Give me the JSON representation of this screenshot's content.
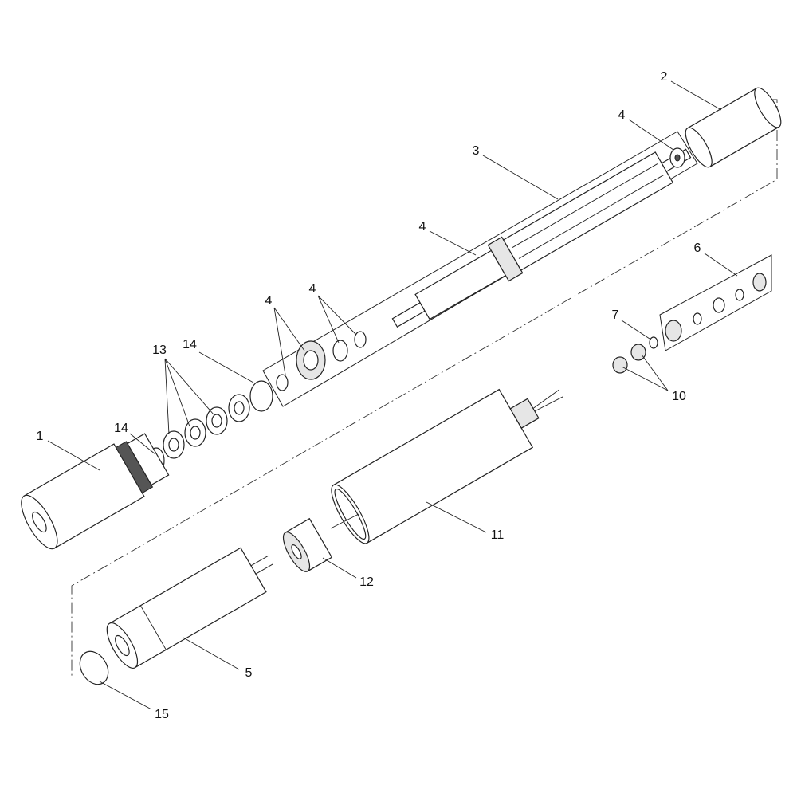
{
  "diagram": {
    "type": "exploded-parts-view",
    "callouts": [
      {
        "id": "c2",
        "text": "2"
      },
      {
        "id": "c4a",
        "text": "4"
      },
      {
        "id": "c3",
        "text": "3"
      },
      {
        "id": "c4b",
        "text": "4"
      },
      {
        "id": "c6",
        "text": "6"
      },
      {
        "id": "c4c",
        "text": "4"
      },
      {
        "id": "c4d",
        "text": "4"
      },
      {
        "id": "c7",
        "text": "7"
      },
      {
        "id": "c13",
        "text": "13"
      },
      {
        "id": "c14a",
        "text": "14"
      },
      {
        "id": "c14b",
        "text": "14"
      },
      {
        "id": "c1",
        "text": "1"
      },
      {
        "id": "c10",
        "text": "10"
      },
      {
        "id": "c11",
        "text": "11"
      },
      {
        "id": "c12",
        "text": "12"
      },
      {
        "id": "c5",
        "text": "5"
      },
      {
        "id": "c15",
        "text": "15"
      }
    ]
  }
}
